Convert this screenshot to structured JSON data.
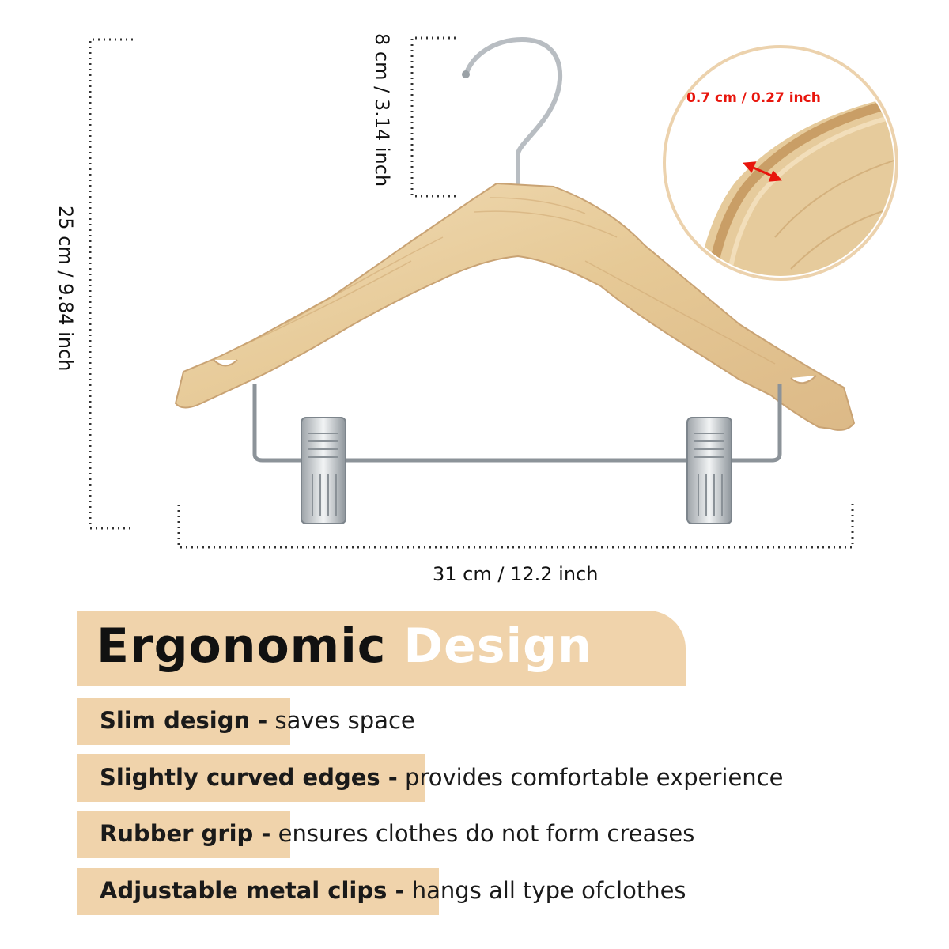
{
  "dimensions": {
    "total_height": "25 cm / 9.84 inch",
    "hook_height": "8 cm / 3.14 inch",
    "width": "31 cm / 12.2 inch",
    "thickness": "0.7 cm / 0.27 inch"
  },
  "heading": {
    "part1": "Ergonomic",
    "part2": "Design"
  },
  "features": [
    {
      "name": "Slim design -",
      "desc": "saves space"
    },
    {
      "name": "Slightly curved edges -",
      "desc": "provides comfortable experience"
    },
    {
      "name": "Rubber grip -",
      "desc": "ensures clothes do not form creases"
    },
    {
      "name": "Adjustable metal clips -",
      "desc": "hangs all type ofclothes"
    }
  ],
  "colors": {
    "accent_band": "#f0d3ab",
    "wood": "#e9cea0",
    "thickness_label": "#e8150c"
  },
  "icons": [
    "hanger-illustration",
    "wood-edge-closeup",
    "thickness-arrow-icon"
  ]
}
